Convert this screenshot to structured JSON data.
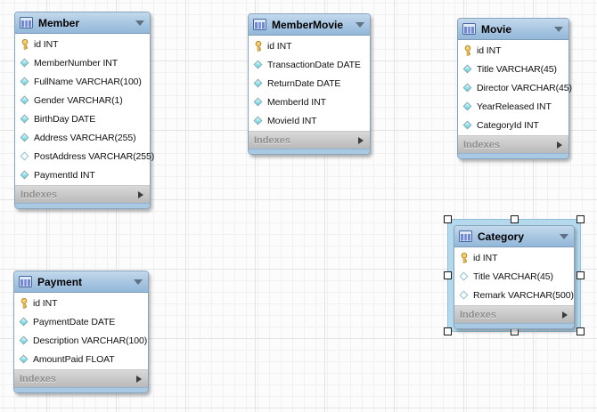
{
  "app_context": "EER diagram canvas",
  "colors": {
    "header_blue_top": "#c3d9ec",
    "header_blue_bottom": "#92b8d9",
    "footer_gray": "#c9c9c9",
    "bottom_edge_blue": "#a9c9e3",
    "selection_blue": "#b5d9ec",
    "primary_key_yellow": "#ffd567",
    "diamond_cyan": "#49cede",
    "grid_minor": "#f1f1f1",
    "grid_major": "#e4e4e4"
  },
  "tables": [
    {
      "name": "Member",
      "selected": false,
      "footer_label": "Indexes",
      "columns": [
        {
          "name": "id INT",
          "icon": "primary-key-icon"
        },
        {
          "name": "MemberNumber INT",
          "icon": "notnull-diamond-icon"
        },
        {
          "name": "FullName VARCHAR(100)",
          "icon": "notnull-diamond-icon"
        },
        {
          "name": "Gender VARCHAR(1)",
          "icon": "notnull-diamond-icon"
        },
        {
          "name": "BirthDay DATE",
          "icon": "notnull-diamond-icon"
        },
        {
          "name": "Address VARCHAR(255)",
          "icon": "notnull-diamond-icon"
        },
        {
          "name": "PostAddress VARCHAR(255)",
          "icon": "nullable-diamond-icon"
        },
        {
          "name": "PaymentId INT",
          "icon": "notnull-diamond-icon"
        }
      ]
    },
    {
      "name": "MemberMovie",
      "selected": false,
      "footer_label": "Indexes",
      "columns": [
        {
          "name": "id INT",
          "icon": "primary-key-icon"
        },
        {
          "name": "TransactionDate DATE",
          "icon": "notnull-diamond-icon"
        },
        {
          "name": "ReturnDate DATE",
          "icon": "notnull-diamond-icon"
        },
        {
          "name": "MemberId INT",
          "icon": "notnull-diamond-icon"
        },
        {
          "name": "MovieId INT",
          "icon": "notnull-diamond-icon"
        }
      ]
    },
    {
      "name": "Movie",
      "selected": false,
      "footer_label": "Indexes",
      "columns": [
        {
          "name": "id INT",
          "icon": "primary-key-icon"
        },
        {
          "name": "Title VARCHAR(45)",
          "icon": "notnull-diamond-icon"
        },
        {
          "name": "Director VARCHAR(45)",
          "icon": "notnull-diamond-icon"
        },
        {
          "name": "YearReleased INT",
          "icon": "notnull-diamond-icon"
        },
        {
          "name": "CategoryId INT",
          "icon": "notnull-diamond-icon"
        }
      ]
    },
    {
      "name": "Category",
      "selected": true,
      "footer_label": "Indexes",
      "columns": [
        {
          "name": "id INT",
          "icon": "primary-key-icon"
        },
        {
          "name": "Title VARCHAR(45)",
          "icon": "nullable-diamond-icon"
        },
        {
          "name": "Remark VARCHAR(500)",
          "icon": "nullable-diamond-icon"
        }
      ]
    },
    {
      "name": "Payment",
      "selected": false,
      "footer_label": "Indexes",
      "columns": [
        {
          "name": "id INT",
          "icon": "primary-key-icon"
        },
        {
          "name": "PaymentDate DATE",
          "icon": "notnull-diamond-icon"
        },
        {
          "name": "Description VARCHAR(100)",
          "icon": "notnull-diamond-icon"
        },
        {
          "name": "AmountPaid FLOAT",
          "icon": "notnull-diamond-icon"
        }
      ]
    }
  ]
}
